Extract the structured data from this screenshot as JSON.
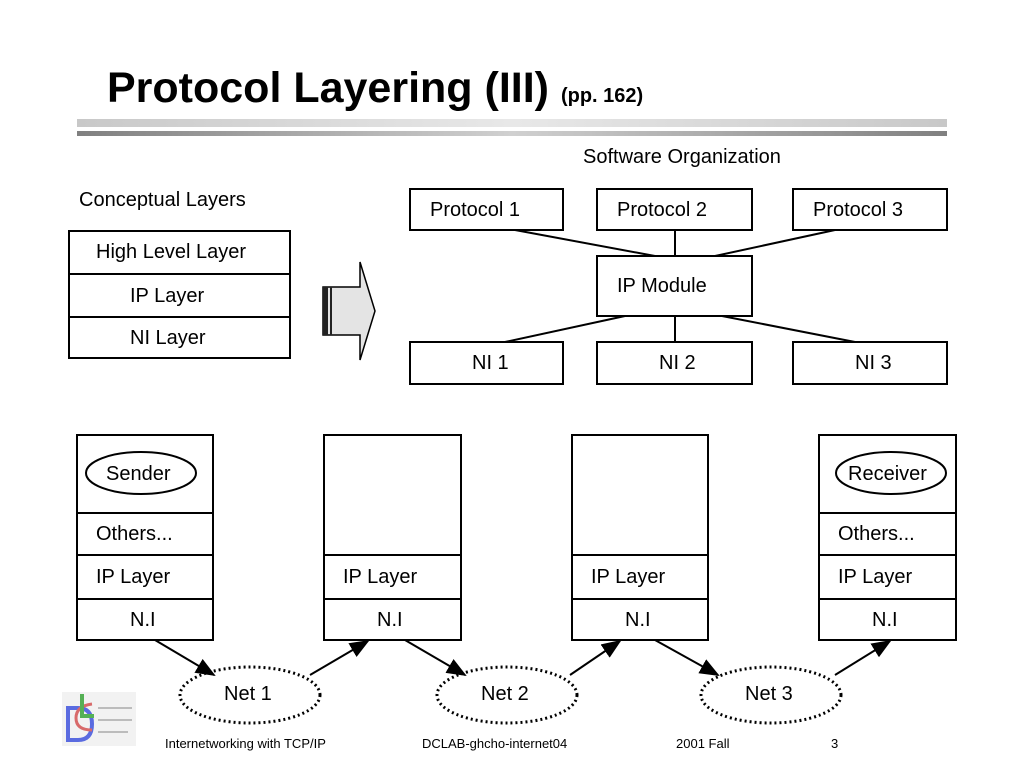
{
  "title": "Protocol Layering (III)",
  "title_ref": "(pp. 162)",
  "software_org": {
    "label": "Software Organization",
    "protocols": [
      "Protocol 1",
      "Protocol 2",
      "Protocol 3"
    ],
    "ip_module": "IP Module",
    "ni": [
      "NI 1",
      "NI 2",
      "NI 3"
    ]
  },
  "conceptual": {
    "label": "Conceptual Layers",
    "layers": [
      "High Level Layer",
      "IP Layer",
      "NI Layer"
    ]
  },
  "hosts": [
    {
      "app": "Sender",
      "others": "Others...",
      "ip": "IP Layer",
      "ni": "N.I"
    },
    {
      "ip": "IP Layer",
      "ni": "N.I"
    },
    {
      "ip": "IP Layer",
      "ni": "N.I"
    },
    {
      "app": "Receiver",
      "others": "Others...",
      "ip": "IP Layer",
      "ni": "N.I"
    }
  ],
  "nets": [
    "Net 1",
    "Net 2",
    "Net 3"
  ],
  "footer": {
    "course": "Internetworking with TCP/IP",
    "file": "DCLAB-ghcho-internet04",
    "term": "2001 Fall",
    "page": "3"
  }
}
